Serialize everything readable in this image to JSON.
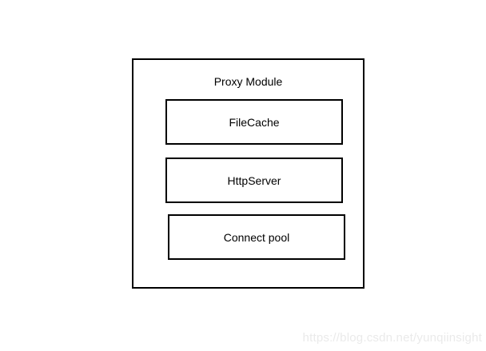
{
  "diagram": {
    "title": "Proxy Module",
    "modules": [
      {
        "label": "FileCache"
      },
      {
        "label": "HttpServer"
      },
      {
        "label": "Connect pool"
      }
    ]
  },
  "watermark": {
    "text": "https://blog.csdn.net/yunqiinsight"
  },
  "colors": {
    "border": "#000000",
    "background": "#ffffff",
    "text": "#000000",
    "watermark": "#eaeaea"
  }
}
